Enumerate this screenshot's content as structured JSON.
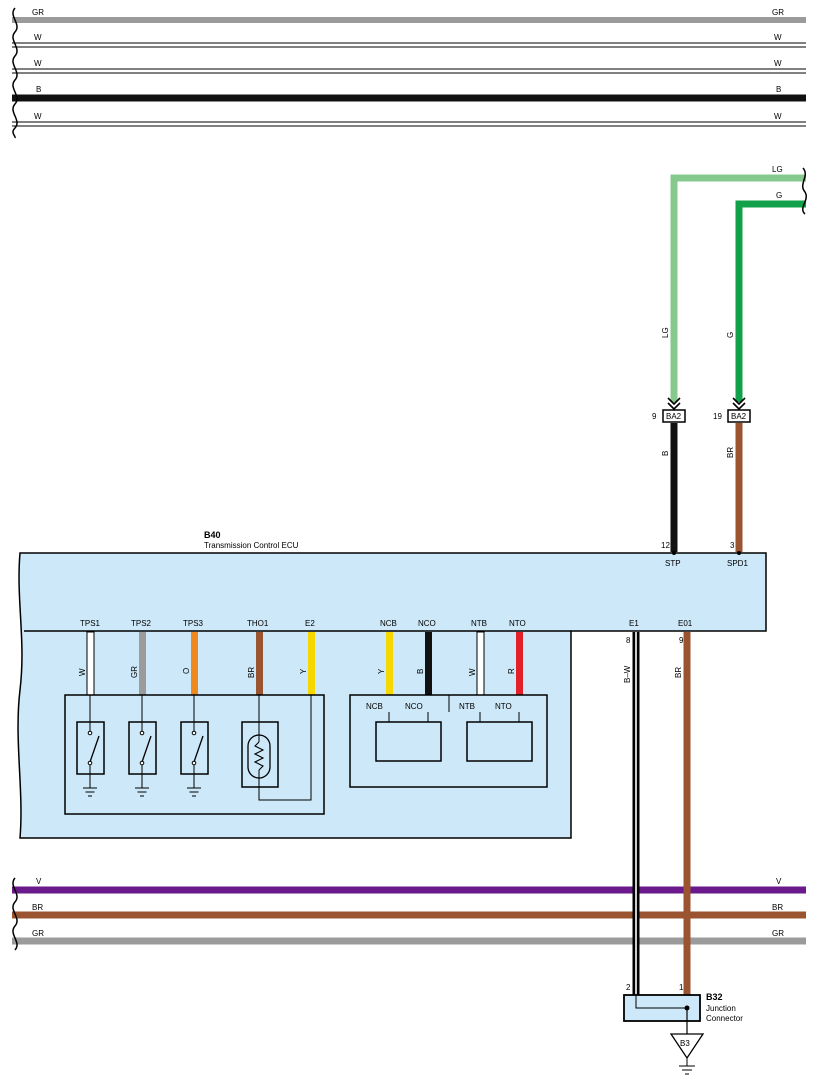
{
  "colors": {
    "GR": "#9b9b9b",
    "W": "#ffffff",
    "B": "#111111",
    "LG": "#86c98f",
    "G": "#12a14a",
    "BR": "#9a5530",
    "O": "#ee8a1d",
    "Y": "#f6d800",
    "R": "#e3202a",
    "V": "#6a1a8a",
    "ecu_fill": "#cde8f8"
  },
  "top_bus": [
    {
      "code": "GR"
    },
    {
      "code": "W"
    },
    {
      "code": "W"
    },
    {
      "code": "B"
    },
    {
      "code": "W"
    }
  ],
  "bottom_bus": [
    {
      "code": "V"
    },
    {
      "code": "BR"
    },
    {
      "code": "GR"
    }
  ],
  "right_feeds": [
    {
      "code": "LG"
    },
    {
      "code": "G"
    }
  ],
  "connector_ba2": {
    "label": "BA2",
    "pins": [
      {
        "pin": "9",
        "wire_in": "LG",
        "wire_out": "B"
      },
      {
        "pin": "19",
        "wire_in": "G",
        "wire_out": "BR"
      }
    ]
  },
  "ecu": {
    "code": "B40",
    "name": "Transmission Control ECU",
    "top_terminals": [
      {
        "name": "STP",
        "pin": "12"
      },
      {
        "name": "SPD1",
        "pin": "3"
      }
    ],
    "sensor_terminals": [
      {
        "name": "TPS1",
        "wire": "W"
      },
      {
        "name": "TPS2",
        "wire": "GR"
      },
      {
        "name": "TPS3",
        "wire": "O"
      },
      {
        "name": "THO1",
        "wire": "BR"
      },
      {
        "name": "E2",
        "wire": "Y"
      },
      {
        "name": "NCB",
        "wire": "Y"
      },
      {
        "name": "NCO",
        "wire": "B"
      },
      {
        "name": "NTB",
        "wire": "W"
      },
      {
        "name": "NTO",
        "wire": "R"
      }
    ],
    "ground_terminals": [
      {
        "name": "E1",
        "pin": "8",
        "wire": "B–W"
      },
      {
        "name": "E01",
        "pin": "9",
        "wire": "BR"
      }
    ],
    "sensor_box_labels": [
      "NCB",
      "NCO",
      "NTB",
      "NTO"
    ]
  },
  "junction": {
    "code": "B32",
    "line1": "Junction",
    "line2": "Connector",
    "pins": [
      "2",
      "1"
    ]
  },
  "ground_point": {
    "label": "B3"
  }
}
